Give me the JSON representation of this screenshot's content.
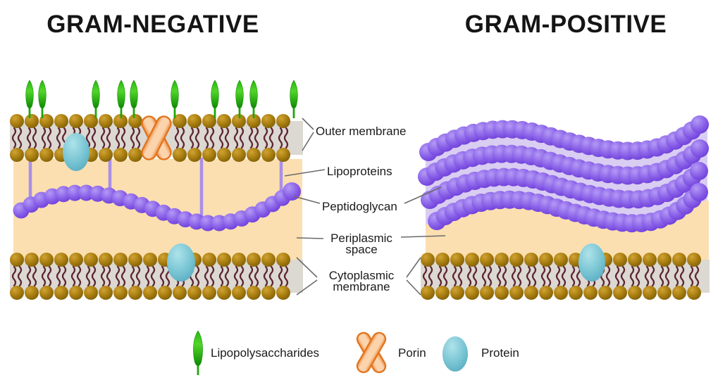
{
  "titles": {
    "left": "GRAM-NEGATIVE",
    "right": "GRAM-POSITIVE"
  },
  "annotations": {
    "outer_membrane": "Outer membrane",
    "lipoproteins": "Lipoproteins",
    "peptidoglycan": "Peptidoglycan",
    "periplasmic_space": {
      "line1": "Periplasmic",
      "line2": "space"
    },
    "cytoplasmic_membrane": {
      "line1": "Cytoplasmic",
      "line2": "membrane"
    }
  },
  "legend": {
    "lipopolysaccharides_label": "Lipopolysaccharides",
    "porin_label": "Porin",
    "protein_label": "Protein"
  },
  "structure": {
    "gram_negative": {
      "peptidoglycan_layers": 1,
      "lipopolysaccharides_count": 10,
      "lipoprotein_links": 4,
      "porin_count": 1,
      "protein_count": 2
    },
    "gram_positive": {
      "peptidoglycan_layers": 4,
      "protein_count": 1
    }
  },
  "colors": {
    "lipid_head": "#b08414",
    "lipid_head_light": "#cfa335",
    "lipid_head_dark": "#7d5c05",
    "lipid_tail": "#5c2433",
    "membrane_interior": "#dcd8d2",
    "periplasm": "#fbdfb0",
    "peptidoglycan_light": "#b49af5",
    "peptidoglycan_mid": "#8a62e8",
    "peptidoglycan_dark": "#6c3ad8",
    "peptidoglycan_bg": "#d9cdf2",
    "lipoprotein": "#aa8fea",
    "protein_light": "#aee3ea",
    "protein_mid": "#76c3d2",
    "protein_dark": "#54a8bf",
    "porin_fill_light": "#fbd3ad",
    "porin_fill_dark": "#ef9143",
    "porin_stroke": "#e2751f",
    "lps_light": "#52d52a",
    "lps_mid": "#27b50e",
    "lps_dark": "#0d8a03",
    "lps_stem": "#1fa60a",
    "label_text": "#1b1b1b",
    "pointer_line": "#6b6b6b"
  }
}
